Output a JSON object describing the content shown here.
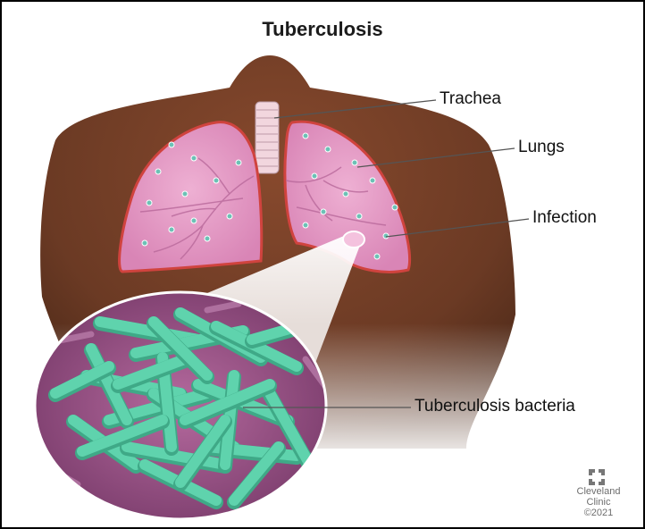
{
  "title": "Tuberculosis",
  "labels": {
    "trachea": "Trachea",
    "lungs": "Lungs",
    "infection": "Infection",
    "bacteria": "Tuberculosis bacteria"
  },
  "logo": {
    "line1": "Cleveland",
    "line2": "Clinic",
    "copyright": "©2021"
  },
  "colors": {
    "skin": "#6b3a24",
    "lung": "#e59ac4",
    "lung_outline": "#d0433e",
    "bacteria": "#5fd3ad",
    "magnified_bg": "#a0578c"
  }
}
